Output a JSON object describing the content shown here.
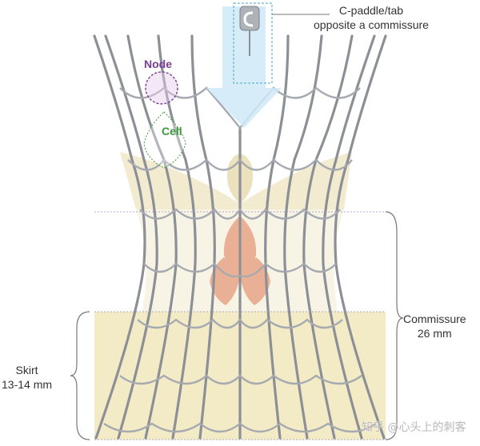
{
  "annotations": {
    "paddle": {
      "line1": "C-paddle/tab",
      "line2": "opposite a commissure"
    },
    "node": "Node",
    "cell": "Cell",
    "commissure": {
      "line1": "Commissure",
      "line2": "26 mm"
    },
    "skirt": {
      "line1": "Skirt",
      "line2": "13-14 mm"
    }
  },
  "watermark": "知乎 @心头上的刺客",
  "colors": {
    "node_purple": "#7a3d98",
    "cell_green": "#3a9a3a",
    "arrow_blue": "#cfe9f7",
    "arrow_outline": "#4aa8c8",
    "skirt_fill": "#f3ebc6",
    "highlight_cell": "#e9a98d",
    "frame_strut": "#8c9096"
  }
}
